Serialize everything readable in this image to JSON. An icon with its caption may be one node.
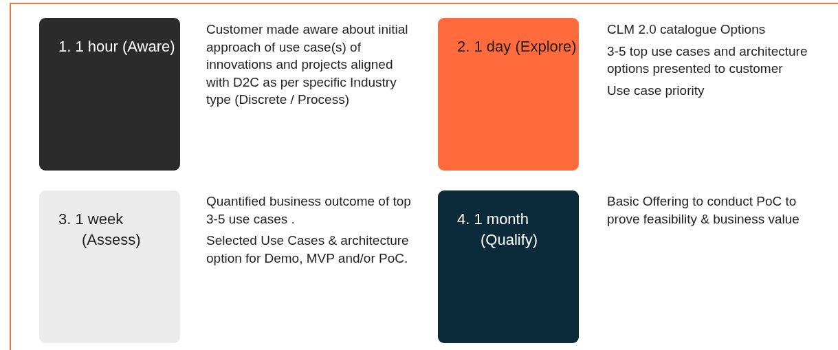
{
  "diagram": {
    "nodes": [
      {
        "text": [
          "1. 1 hour (Aware)"
        ],
        "beside": [
          "Customer made aware about initial approach of use case(s) of innovations and projects aligned with D2C as per specific Industry type (Discrete / Process)"
        ]
      },
      {
        "text": [
          "2. 1 day (Explore)"
        ],
        "beside": [
          "CLM 2.0 catalogue Options",
          "3-5 top use cases and architecture options presented to customer",
          "Use case priority"
        ]
      },
      {
        "text": [
          "3. 1 week (Assess)"
        ],
        "beside": [
          "Quantified business outcome of top 3-5 use cases .",
          "Selected Use Cases & architecture option for Demo, MVP and/or PoC."
        ]
      },
      {
        "text": [
          "4. 1 month (Qualify)"
        ],
        "beside": [
          "Basic Offering to conduct PoC to prove feasibility & business value"
        ]
      }
    ]
  }
}
